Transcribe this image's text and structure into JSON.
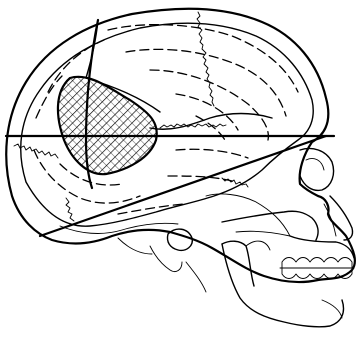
{
  "figure": {
    "subject": "skull-side-view",
    "colors": {
      "ink": "#000000",
      "background": "#ffffff"
    },
    "regions": [
      {
        "name": "brain-outline"
      },
      {
        "name": "cranium-outline"
      },
      {
        "name": "hatched-lesion"
      },
      {
        "name": "horizontal-reference-line"
      },
      {
        "name": "oblique-reference-line"
      },
      {
        "name": "vertical-reference-line"
      },
      {
        "name": "facial-skeleton"
      },
      {
        "name": "mandible"
      },
      {
        "name": "teeth"
      }
    ]
  }
}
